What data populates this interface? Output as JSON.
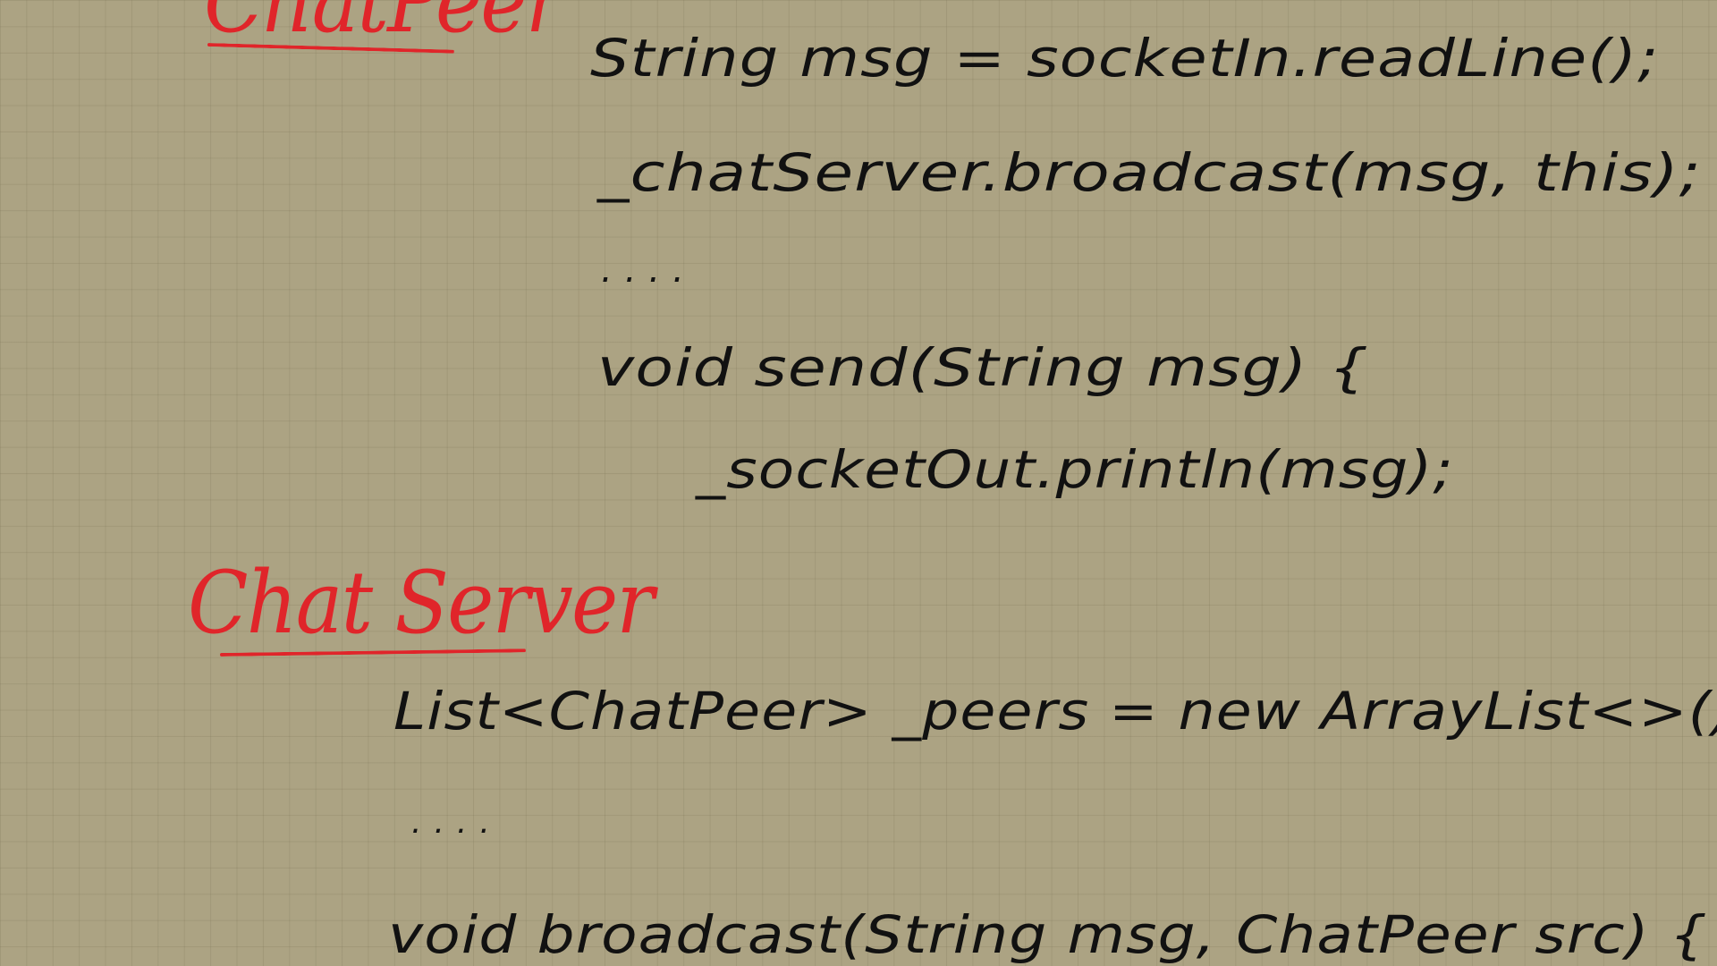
{
  "colors": {
    "paper": "#aca383",
    "grid": "#8f8668",
    "ink": "#111111",
    "heading_ink": "#e0252a"
  },
  "sections": {
    "chat_peer": {
      "heading": "ChatPeer",
      "lines": [
        "String msg = socketIn.readLine();",
        "_chatServer.broadcast(msg, this);",
        "....",
        "void send(String msg) {",
        "_socketOut.println(msg);"
      ]
    },
    "chat_server": {
      "heading": "Chat Server",
      "lines": [
        "List<ChatPeer> _peers = new ArrayList<>();",
        "....",
        "void broadcast(String msg, ChatPeer src) {"
      ]
    }
  }
}
